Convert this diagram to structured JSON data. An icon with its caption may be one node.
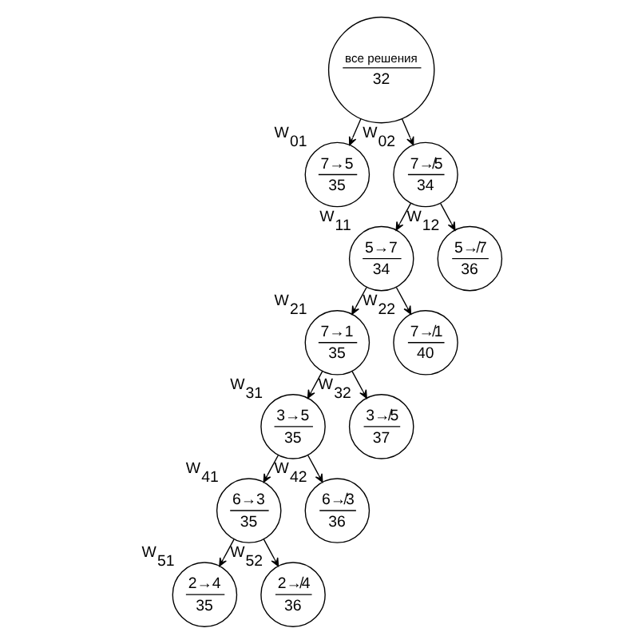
{
  "diagram": {
    "nodes": [
      {
        "text": [
          "все решения",
          "32"
        ]
      },
      {
        "text": [
          "7→5",
          "35"
        ],
        "beside": [
          "W$_{01}$"
        ]
      },
      {
        "text": [
          "7↛5",
          "34"
        ],
        "beside": [
          "W$_{02}$"
        ]
      },
      {
        "text": [
          "5→7",
          "34"
        ],
        "beside": [
          "W$_{11}$"
        ]
      },
      {
        "text": [
          "5↛7",
          "36"
        ],
        "beside": [
          "W$_{12}$"
        ]
      },
      {
        "text": [
          "7→1",
          "35"
        ],
        "beside": [
          "W$_{21}$"
        ]
      },
      {
        "text": [
          "7↛1",
          "40"
        ],
        "beside": [
          "W$_{22}$"
        ]
      },
      {
        "text": [
          "3→5",
          "35"
        ],
        "beside": [
          "W$_{31}$"
        ]
      },
      {
        "text": [
          "3↛5",
          "37"
        ],
        "beside": [
          "W$_{32}$"
        ]
      },
      {
        "text": [
          "6→3",
          "35"
        ],
        "beside": [
          "W$_{41}$"
        ]
      },
      {
        "text": [
          "6↛3",
          "36"
        ],
        "beside": [
          "W$_{42}$"
        ]
      },
      {
        "text": [
          "2→4",
          "35"
        ],
        "beside": [
          "W$_{51}$"
        ]
      },
      {
        "text": [
          "2↛4",
          "36"
        ],
        "beside": [
          "W$_{52}$"
        ]
      }
    ],
    "edges": [
      {
        "from": 0,
        "to": 1,
        "arrow": "to"
      },
      {
        "from": 0,
        "to": 2,
        "arrow": "to"
      },
      {
        "from": 2,
        "to": 3,
        "arrow": "to"
      },
      {
        "from": 2,
        "to": 4,
        "arrow": "to"
      },
      {
        "from": 3,
        "to": 5,
        "arrow": "to"
      },
      {
        "from": 3,
        "to": 6,
        "arrow": "to"
      },
      {
        "from": 5,
        "to": 7,
        "arrow": "to"
      },
      {
        "from": 5,
        "to": 8,
        "arrow": "to"
      },
      {
        "from": 7,
        "to": 9,
        "arrow": "to"
      },
      {
        "from": 7,
        "to": 10,
        "arrow": "to"
      },
      {
        "from": 9,
        "to": 11,
        "arrow": "to"
      },
      {
        "from": 9,
        "to": 12,
        "arrow": "to"
      }
    ]
  }
}
